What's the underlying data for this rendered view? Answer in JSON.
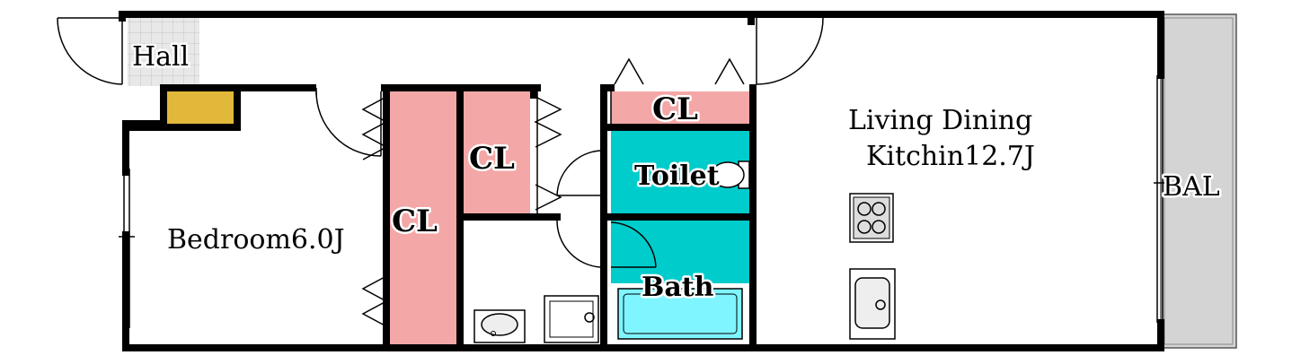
{
  "rooms": {
    "hall": "Hall",
    "bedroom": "Bedroom6.0J",
    "cl_large": "CL",
    "cl_mid": "CL",
    "cl_top": "CL",
    "toilet": "Toilet",
    "bath": "Bath",
    "ldk_line1": "Living Dining",
    "ldk_line2": "Kitchin12.7J",
    "balcony": "BAL"
  },
  "colors": {
    "closet": "#f4a7a7",
    "wet_area": "#00cccc",
    "bathtub": "#7ff5ff",
    "entrance_step": "#e2b83a",
    "hall_floor": "#e8e8e8",
    "balcony": "#d4d4d4",
    "wall": "#000000"
  }
}
